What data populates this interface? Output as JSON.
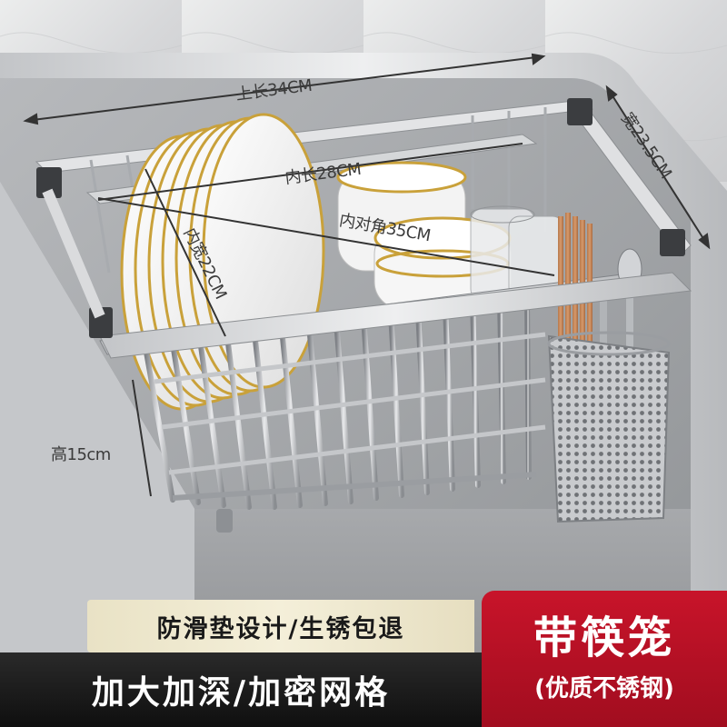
{
  "dimensions": {
    "top_length": "上长34CM",
    "width": "宽23.5CM",
    "inner_length": "内长28CM",
    "inner_diagonal": "内对角35CM",
    "inner_width": "内宽22CM",
    "height": "高15cm"
  },
  "banners": {
    "feature_line_1": "防滑垫设计/生锈包退",
    "feature_line_2": "加大加深/加密网格"
  },
  "badge": {
    "title": "带筷笼",
    "subtitle": "(优质不锈钢)"
  },
  "colors": {
    "badge_red": "#b8102a",
    "banner_dark": "#141414",
    "banner_light": "#efe9d1",
    "plate_rim_gold": "#c9a13a"
  }
}
